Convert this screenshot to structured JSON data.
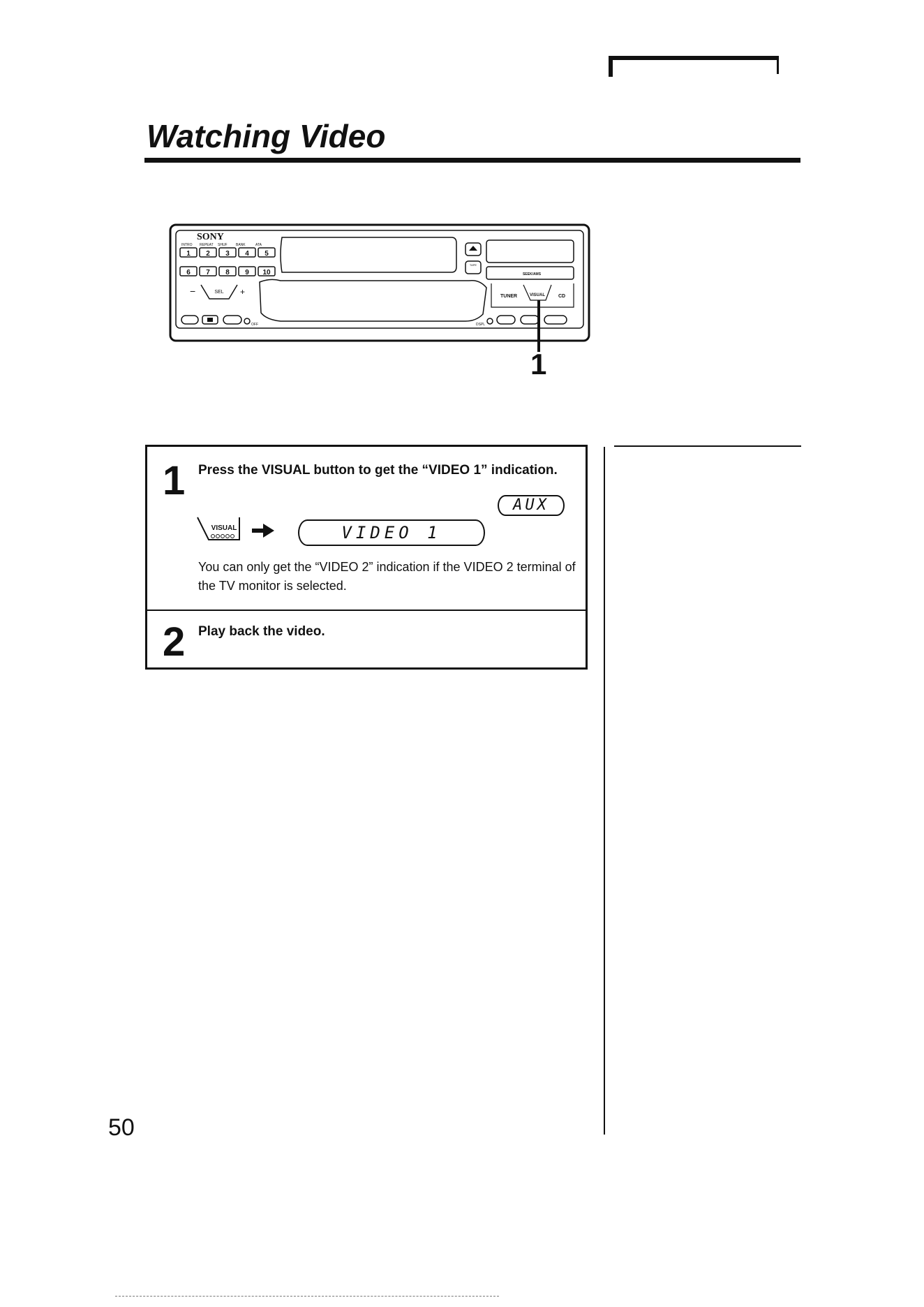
{
  "header": {
    "title": "Watching Video"
  },
  "device": {
    "brand": "SONY",
    "top_labels": [
      "INTRO",
      "REPEAT",
      "SHUF",
      "BANK",
      "ATA"
    ],
    "buttons_row1": [
      "1",
      "2",
      "3",
      "4",
      "5"
    ],
    "buttons_row2": [
      "6",
      "7",
      "8",
      "9",
      "10"
    ],
    "sel_label": "SEL",
    "tuner_label": "TUNER",
    "visual_label": "VISUAL",
    "cd_label": "CD",
    "seek_label": "SEEK/AMS",
    "off_label": "OFF",
    "dspl_label": "DSPL",
    "tape_label": "TAPE",
    "callout_number": "1"
  },
  "steps": [
    {
      "number": "1",
      "instruction": "Press the VISUAL button to get the “VIDEO 1” indication.",
      "button_label": "VISUAL",
      "display_before": "AUX",
      "display_after": "VIDEO  1",
      "note": "You can only get the “VIDEO 2” indication if the VIDEO 2 terminal of the TV monitor is selected."
    },
    {
      "number": "2",
      "instruction": "Play back the video."
    }
  ],
  "footer": {
    "page_number": "50"
  }
}
